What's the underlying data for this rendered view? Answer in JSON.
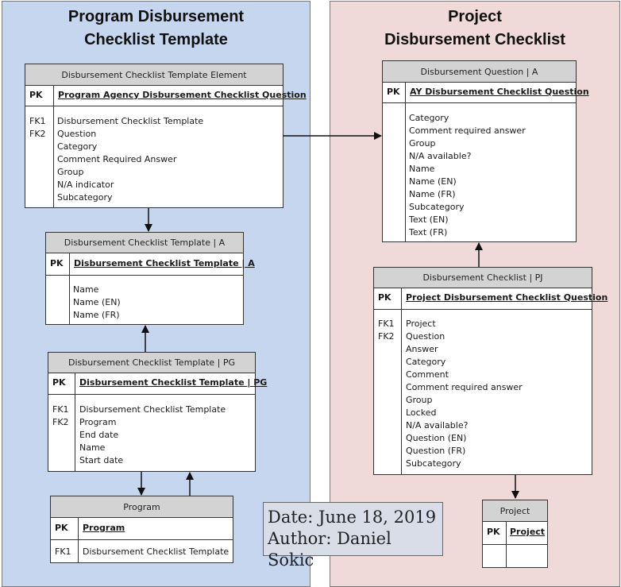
{
  "panels": {
    "left": {
      "title_line1": "Program Disbursement",
      "title_line2": "Checklist Template",
      "background": "#c5d6ee"
    },
    "right": {
      "title_line1": "Project",
      "title_line2": "Disbursement Checklist",
      "background": "#f0d9d9"
    }
  },
  "entities": {
    "element": {
      "header": "Disbursement Checklist Template Element",
      "pk_label": "PK",
      "pk_field": "Program Agency Disbursement Checklist Question",
      "fks": [
        "FK1",
        "FK2"
      ],
      "fields": [
        "Disbursement Checklist Template",
        "Question",
        "Category",
        "Comment Required Answer",
        "Group",
        "N/A indicator",
        "Subcategory"
      ]
    },
    "template_a": {
      "header": "Disbursement Checklist Template | A",
      "pk_label": "PK",
      "pk_field": "Disbursement Checklist Template | A",
      "fks": [],
      "fields": [
        "Name",
        "Name (EN)",
        "Name (FR)"
      ]
    },
    "template_pg": {
      "header": "Disbursement Checklist Template | PG",
      "pk_label": "PK",
      "pk_field": "Disbursement Checklist Template | PG",
      "fks": [
        "FK1",
        "FK2"
      ],
      "fields": [
        "Disbursement Checklist Template",
        "Program",
        "End date",
        "Name",
        "Start date"
      ]
    },
    "program": {
      "header": "Program",
      "pk_label": "PK",
      "pk_field": "Program",
      "fks": [
        "FK1"
      ],
      "fields": [
        "Disbursement Checklist Template"
      ]
    },
    "question_a": {
      "header": "Disbursement Question | A",
      "pk_label": "PK",
      "pk_field": "AY Disbursement Checklist Question",
      "fks": [],
      "fields": [
        "Category",
        "Comment required answer",
        "Group",
        "N/A available?",
        "Name",
        "Name (EN)",
        "Name (FR)",
        "Subcategory",
        "Text (EN)",
        "Text (FR)"
      ]
    },
    "checklist_pj": {
      "header": "Disbursement Checklist | PJ",
      "pk_label": "PK",
      "pk_field": "Project Disbursement Checklist Question",
      "fks": [
        "FK1",
        "FK2"
      ],
      "fields": [
        "Project",
        "Question",
        "Answer",
        "Category",
        "Comment",
        "Comment required answer",
        "Group",
        "Locked",
        "N/A available?",
        "Question (EN)",
        "Question (FR)",
        "Subcategory"
      ]
    },
    "project": {
      "header": "Project",
      "pk_label": "PK",
      "pk_field": "Project",
      "fks": [],
      "fields": []
    }
  },
  "stamp": {
    "date": "Date: June 18, 2019",
    "author": "Author: Daniel Sokic"
  }
}
